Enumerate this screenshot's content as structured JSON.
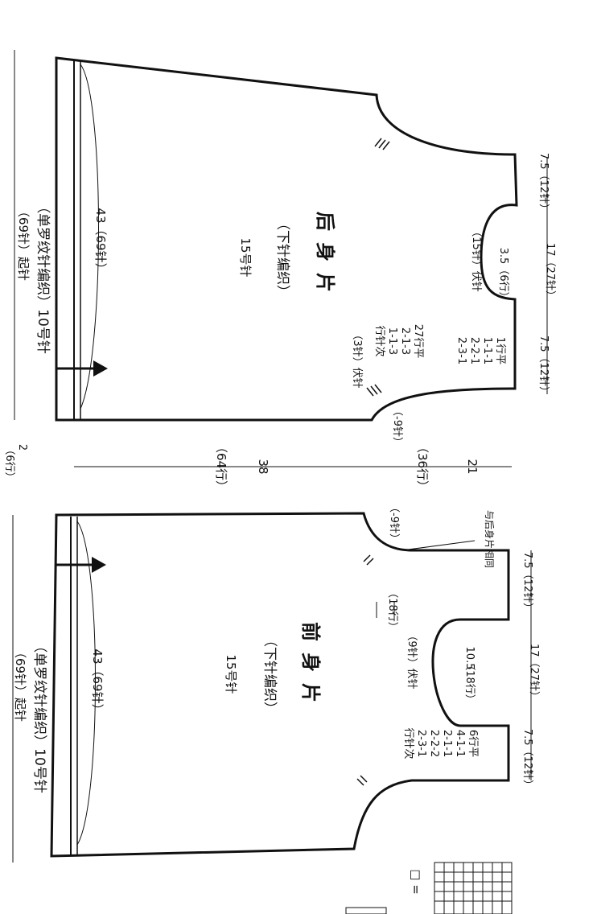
{
  "back_piece": {
    "title": "后身片",
    "technique": "（下针编织）",
    "needle": "15号针",
    "width": "43（69针）",
    "length": "38",
    "length_rows": "（64行）",
    "rib_label": "（单罗纹针编织）10号针",
    "cast_on": "（69针）起针",
    "shoulder_left": "7.5（12针）",
    "shoulder_right": "7.5（12针）",
    "neck_width": "17（27针）",
    "neck_depth_a": "3.5",
    "neck_depth_b": "（6行）",
    "neck_bindoff": "（15针）伏针",
    "neck_dec": [
      "1行平",
      "1-1-1",
      "2-2-1",
      "2-3-1"
    ],
    "armhole_dec": [
      "27行平",
      "2-1-3",
      "1-1-3",
      "行针次"
    ],
    "armhole_bindoff": "（3针）伏针",
    "armhole_minus": "（-9针）"
  },
  "front_piece": {
    "title": "前身片",
    "technique": "（下针编织）",
    "needle": "15号针",
    "width": "43（69针）",
    "rib_label": "（单罗纹针编织）10号针",
    "cast_on": "（69针）起针",
    "shoulder_left": "7.5（12针）",
    "shoulder_right": "7.5（12针）",
    "neck_width": "17（27针）",
    "neck_depth_a": "10.5",
    "neck_depth_b": "（18行）",
    "neck_bindoff": "（9针）伏针",
    "neck_dec": [
      "6行平",
      "4-1-1",
      "2-1-1",
      "2-2-2",
      "2-3-1",
      "行针次"
    ],
    "side_rows": "（18行）",
    "armhole_minus": "（-9针）",
    "same_as_back": "与后身片相同"
  },
  "shared": {
    "armhole_depth": "21",
    "armhole_rows": "（36行）",
    "rib_height": "2",
    "rib_rows": "（6行）"
  },
  "legend": {
    "symbol_text": "□ ="
  }
}
